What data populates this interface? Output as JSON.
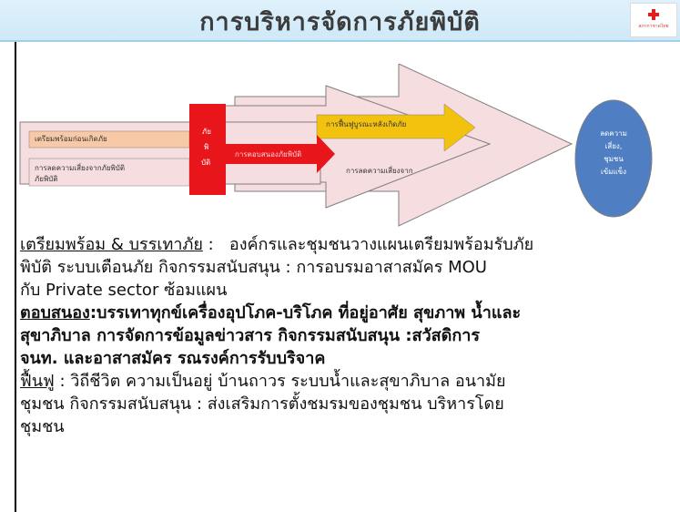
{
  "header": {
    "title": "การบริหารจัดการภัยพิบัติ",
    "logo_text": "สภากาชาดไทย"
  },
  "diagram": {
    "prep_label": "เตรียมพร้อมก่อนเกิดภัย",
    "risk_label_1": "การลดความเสี่ยงจากภัยพิบัติ",
    "risk_label_2": "ภัยพิบัติ",
    "disaster_1": "ภัย",
    "disaster_2": "พิ",
    "disaster_3": "บัติ",
    "response_label": "การตอบสนองภัยพิบัติ",
    "recovery_label": "การฟื้นฟูบูรณะหลังเกิดภัย",
    "risk_after_label": "การลดความเสี่ยงจาก",
    "circle_1": "ลดความ",
    "circle_2": "เสี่ยง,",
    "circle_3": "ชุมชน",
    "circle_4": "เข้มแข็ง",
    "colors": {
      "prep": "#f8c9a6",
      "disaster": "#e8161b",
      "recovery": "#f3c20f",
      "circle": "#4f7fc2",
      "arrow_fill": "#f6dde0"
    }
  },
  "content": {
    "p1_heading": "เตรียมพร้อม & บรรเทาภัย",
    "p1_colon": ":",
    "p1_line1": "องค์กรและชุมชนวางแผนเตรียมพร้อมรับภัย",
    "p1_line2": "พิบัติ ระบบเตือนภัย กิจกรรมสนับสนุน : การอบรมอาสาสมัคร MOU",
    "p1_line3": "กับ Private sector ซ้อมแผน",
    "p2_heading": "ตอบสนอง",
    "p2_line1": ":บรรเทาทุกข์เครื่องอุปโภค-บริโภค ที่อยู่อาศัย สุขภาพ น้ำและ",
    "p2_line2": "สุขาภิบาล การจัดการข้อมูลข่าวสาร กิจกรรมสนับสนุน :สวัสดิการ",
    "p2_line3": "จนท. และอาสาสมัคร รณรงค์การรับบริจาค",
    "p3_heading": "ฟื้นฟู",
    "p3_line1": " : วิถีชีวิต ความเป็นอยู่ บ้านถาวร ระบบน้ำและสุขาภิบาล อนามัย",
    "p3_line2": "ชุมชน กิจกรรมสนับสนุน : ส่งเสริมการตั้งชมรมของชุมชน บริหารโดย",
    "p3_line3": "ชุมชน"
  }
}
